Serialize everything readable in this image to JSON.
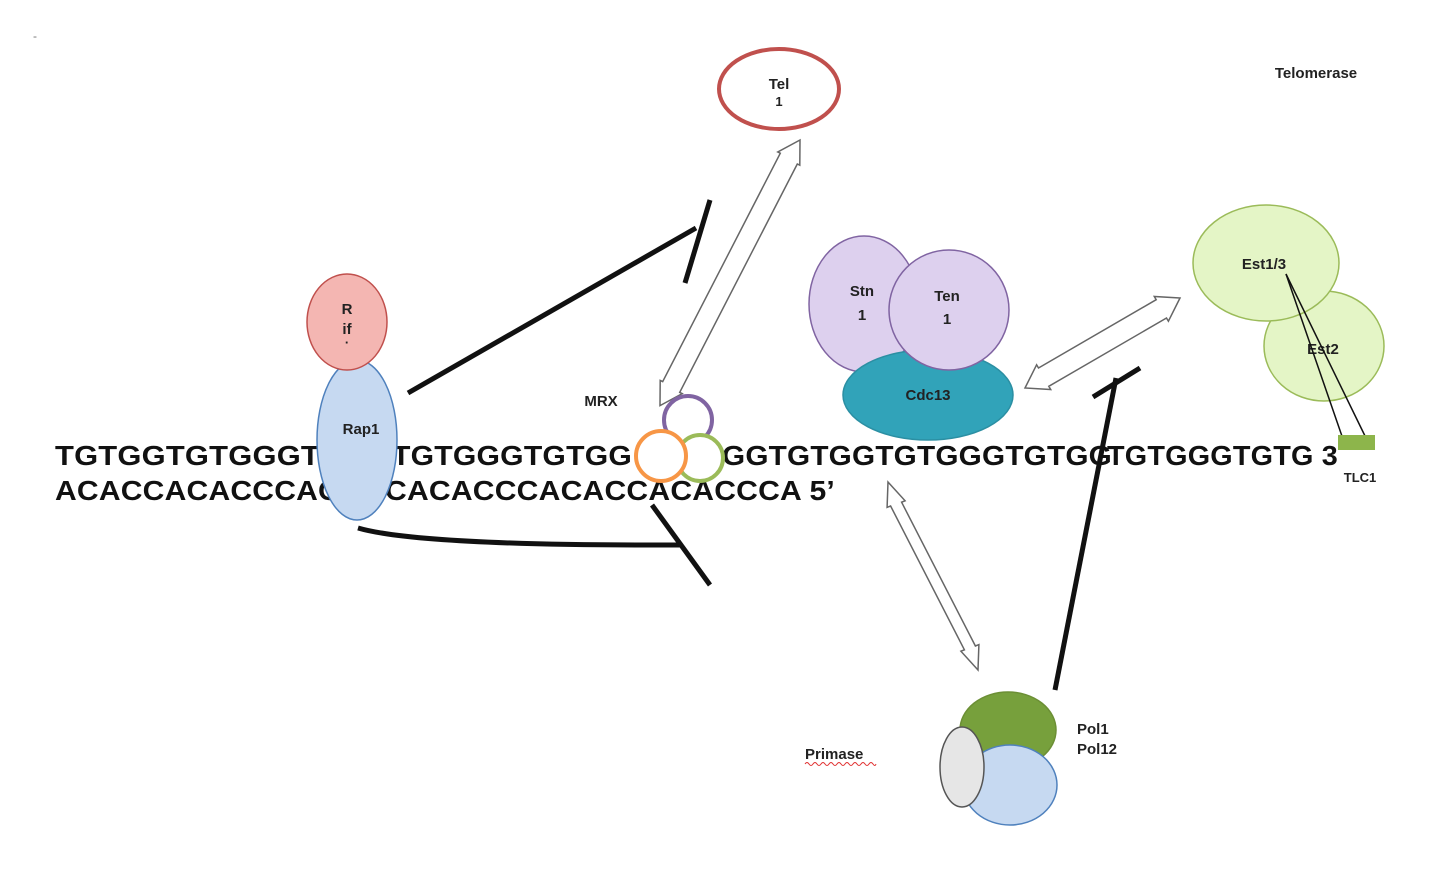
{
  "proteins": {
    "tel1": {
      "line1": "Tel",
      "line2": "1",
      "color": "#c0504d"
    },
    "rif": {
      "line1": "R",
      "line2": "if",
      "line3": "·",
      "fill": "#f4b6b2",
      "stroke": "#c0504d"
    },
    "rap1": {
      "label": "Rap1",
      "fill": "#c6d9f1",
      "stroke": "#4f81bd"
    },
    "mrx": {
      "label": "MRX",
      "colors": [
        "#8064a2",
        "#f79646",
        "#9bbb59"
      ]
    },
    "stn1": {
      "line1": "Stn",
      "line2": "1",
      "fill": "#ddd0ee",
      "stroke": "#8064a2"
    },
    "ten1": {
      "line1": "Ten",
      "line2": "1",
      "fill": "#ddd0ee",
      "stroke": "#8064a2"
    },
    "cdc13": {
      "label": "Cdc13",
      "fill": "#31a3b9",
      "stroke": "#2b8fa3"
    },
    "est13": {
      "label": "Est1/3",
      "fill": "#e4f5c6",
      "stroke": "#9bbb59"
    },
    "est2": {
      "label": "Est2",
      "fill": "#e4f5c6",
      "stroke": "#9bbb59"
    },
    "tlc1": {
      "label": "TLC1",
      "color": "#8db54b"
    },
    "telomerase": {
      "label": "Telomerase"
    },
    "pol": {
      "line1": "Pol1",
      "line2": "Pol12",
      "green": "#77a03c",
      "blue": "#c6d9f1",
      "grey": "#e6e6e6"
    },
    "primase": {
      "label": "Primase"
    }
  },
  "dna": {
    "top_strand": [
      "TGTGGTGTGGGT",
      "TGTGGGTGTGG",
      "GGTGTGGTGTGGGTGTGG",
      "TGTGGGTGTG 3"
    ],
    "bottom_strand": [
      "ACACCACACCCAC",
      "CACACCCACACCACACCCA 5’"
    ]
  },
  "corner_mark": "-"
}
